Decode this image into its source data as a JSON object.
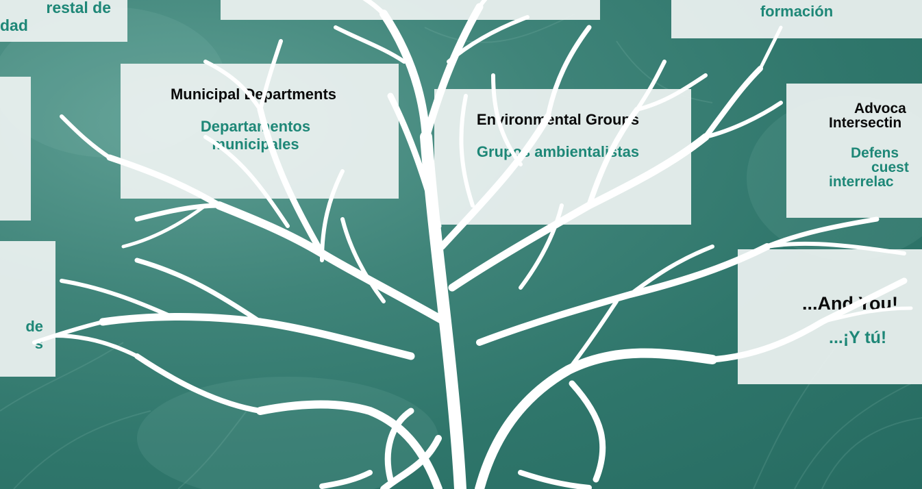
{
  "colors": {
    "background": "#2f766b",
    "card": "#edf2f1",
    "english_text": "#0a0a0a",
    "spanish_text": "#1e8777",
    "tree": "#ffffff"
  },
  "cards": {
    "top_left": {
      "es_line1": "restal de",
      "es_line2": "dad"
    },
    "top_right": {
      "es_line1": "formación"
    },
    "left_mid": {
      "es_line1": "de",
      "es_line2": "s"
    },
    "municipal": {
      "en": "Municipal Departments",
      "es_line1": "Departamentos",
      "es_line2": "municipales"
    },
    "environmental": {
      "en": "Environmental Groups",
      "es": "Grupos ambientalistas"
    },
    "advocates": {
      "en_line1": "Advoca",
      "en_line2": "Intersectin",
      "es_line1": "Defens",
      "es_line2": "cuest",
      "es_line3": "interrelac"
    },
    "and_you": {
      "en": "...And You!",
      "es": "...¡Y tú!"
    }
  },
  "icons": {
    "tree": "bare-tree-illustration"
  }
}
